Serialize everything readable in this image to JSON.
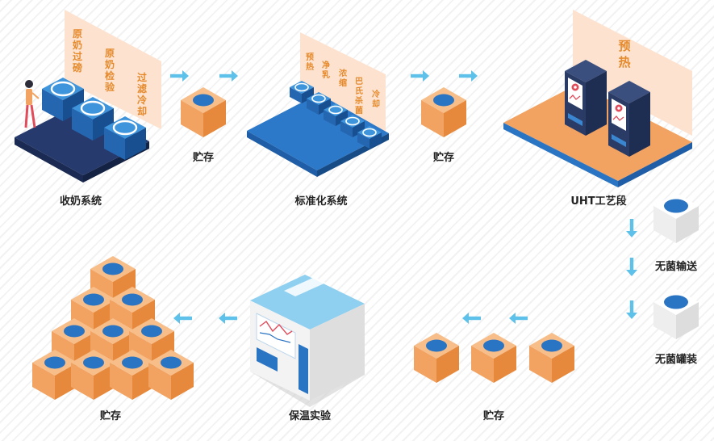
{
  "labels": {
    "milk_collection": "收奶系统",
    "storage_1": "贮存",
    "standardization": "标准化系统",
    "storage_2": "贮存",
    "uht": "UHT工艺段",
    "aseptic_transport": "无菌输送",
    "aseptic_filling": "无菌罐装",
    "storage_3": "贮存",
    "incubation_test": "保温实验",
    "storage_4": "贮存"
  },
  "milk_steps": [
    {
      "chars": [
        "原",
        "奶",
        "过",
        "磅"
      ]
    },
    {
      "chars": [
        "原",
        "奶",
        "检",
        "验"
      ]
    },
    {
      "chars": [
        "过",
        "滤",
        "冷",
        "却"
      ]
    }
  ],
  "std_steps": [
    {
      "chars": [
        "预",
        "热"
      ]
    },
    {
      "chars": [
        "净",
        "乳"
      ]
    },
    {
      "chars": [
        "浓",
        "缩"
      ]
    },
    {
      "chars": [
        "巴",
        "氏",
        "杀",
        "菌"
      ]
    },
    {
      "chars": [
        "冷",
        "却"
      ]
    }
  ],
  "uht_step": {
    "chars": [
      "预",
      "热"
    ]
  },
  "colors": {
    "orange_top": "#f7be8a",
    "orange_left": "#f2a261",
    "orange_right": "#e7893c",
    "blue_hole": "#2a74c4",
    "arrow": "#5ec1ea",
    "platform_navy": "#263a6e",
    "platform_blue": "#2d79c9",
    "platform_orange": "#f2a261",
    "banner_peach": "#fde2cf"
  }
}
